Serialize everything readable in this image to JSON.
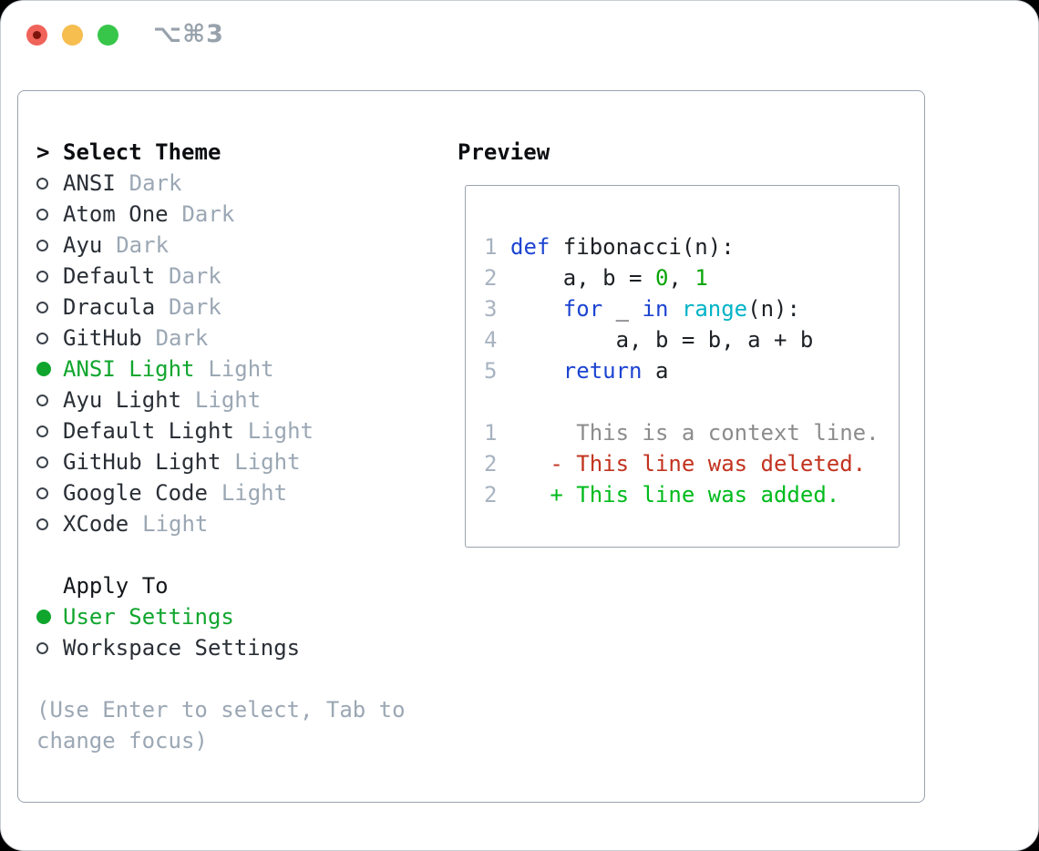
{
  "titlebar": {
    "title": "⌥⌘3"
  },
  "colors": {
    "accent_green": "#10a62e",
    "diff_added": "#00bb1c",
    "diff_deleted": "#c2331f",
    "keyword_blue": "#1c44d2",
    "builtin_cyan": "#00b3c6",
    "literal_green": "#0aa40a",
    "muted_gray": "#9ba7b4",
    "line_number_gray": "#a8b3c1",
    "context_gray": "#8c8c8c",
    "traffic_red": "#f0635a",
    "traffic_yellow": "#f6bd4f",
    "traffic_green": "#37c649"
  },
  "theme_list": {
    "marker": ">",
    "header": "Select Theme",
    "items": [
      {
        "name": "ANSI",
        "variant": "Dark",
        "selected": false
      },
      {
        "name": "Atom One",
        "variant": "Dark",
        "selected": false
      },
      {
        "name": "Ayu",
        "variant": "Dark",
        "selected": false
      },
      {
        "name": "Default",
        "variant": "Dark",
        "selected": false
      },
      {
        "name": "Dracula",
        "variant": "Dark",
        "selected": false
      },
      {
        "name": "GitHub",
        "variant": "Dark",
        "selected": false
      },
      {
        "name": "ANSI Light",
        "variant": "Light",
        "selected": true
      },
      {
        "name": "Ayu Light",
        "variant": "Light",
        "selected": false
      },
      {
        "name": "Default Light",
        "variant": "Light",
        "selected": false
      },
      {
        "name": "GitHub Light",
        "variant": "Light",
        "selected": false
      },
      {
        "name": "Google Code",
        "variant": "Light",
        "selected": false
      },
      {
        "name": "XCode",
        "variant": "Light",
        "selected": false
      }
    ]
  },
  "apply_to": {
    "header": "Apply To",
    "options": [
      {
        "label": "User Settings",
        "selected": true
      },
      {
        "label": "Workspace Settings",
        "selected": false
      }
    ]
  },
  "help": {
    "line1": "(Use Enter to select, Tab to",
    "line2": "change focus)"
  },
  "preview": {
    "header": "Preview",
    "code_lines": [
      {
        "num": "1",
        "seg": [
          {
            "t": "def"
          },
          {
            "t": " fibonacci(n):"
          }
        ]
      },
      {
        "num": "2",
        "seg": [
          {
            "t": "    a, b = "
          },
          {
            "t": "0"
          },
          {
            "t": ", "
          },
          {
            "t": "1"
          }
        ]
      },
      {
        "num": "3",
        "seg": [
          {
            "t": "    "
          },
          {
            "t": "for"
          },
          {
            "t": " _ "
          },
          {
            "t": "in"
          },
          {
            "t": " "
          },
          {
            "t": "range"
          },
          {
            "t": "(n):"
          }
        ]
      },
      {
        "num": "4",
        "seg": [
          {
            "t": "        a, b = b, a + b"
          }
        ]
      },
      {
        "num": "5",
        "seg": [
          {
            "t": "    "
          },
          {
            "t": "return"
          },
          {
            "t": " a"
          }
        ]
      }
    ],
    "diff_lines": [
      {
        "num": "1",
        "kind": "context",
        "text": "     This is a context line."
      },
      {
        "num": "2",
        "kind": "deleted",
        "text": "   - This line was deleted."
      },
      {
        "num": "2",
        "kind": "added",
        "text": "   + This line was added."
      }
    ]
  }
}
